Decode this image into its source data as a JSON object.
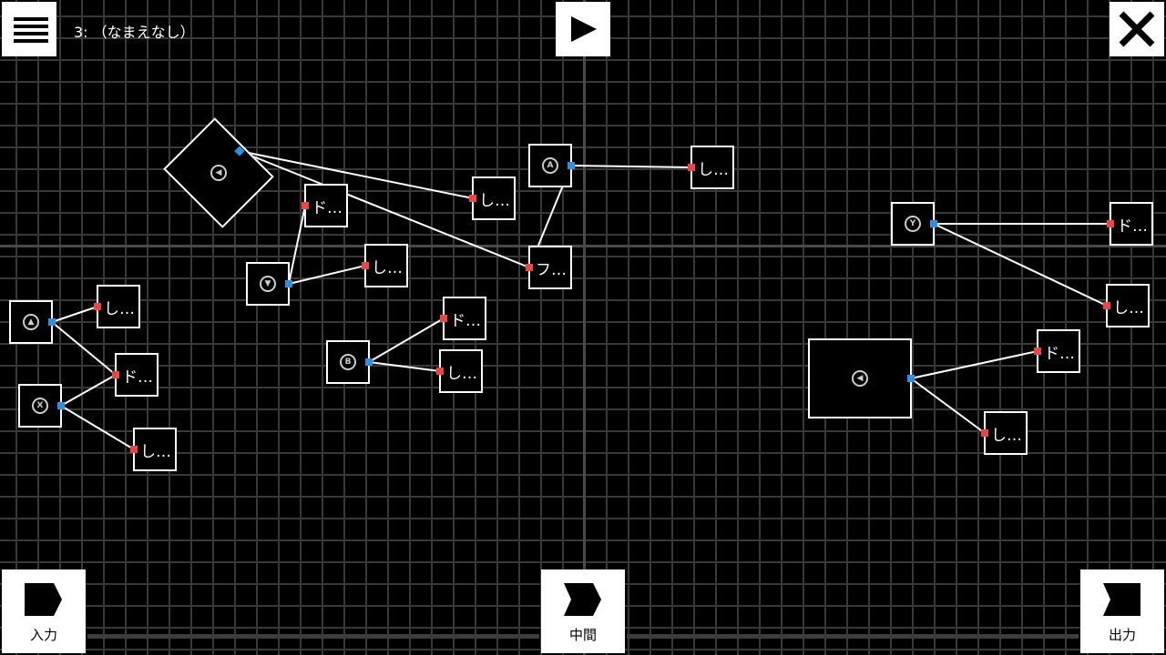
{
  "header": {
    "title": "3: （なまえなし）",
    "menu_icon": "hamburger-icon",
    "play_icon": "play-icon",
    "close_icon": "close-icon"
  },
  "footer": {
    "input_label": "入力",
    "middle_label": "中間",
    "output_label": "出力"
  },
  "colors": {
    "output_port": "#2f8fe0",
    "input_port": "#ee4444"
  },
  "nodes": [
    {
      "id": "n1",
      "kind": "input",
      "icon": "◀",
      "label": ""
    },
    {
      "id": "n2",
      "kind": "action",
      "label": "ド…"
    },
    {
      "id": "n3",
      "kind": "action",
      "label": "し…"
    },
    {
      "id": "n4",
      "kind": "input",
      "icon": "A",
      "label": ""
    },
    {
      "id": "n5",
      "kind": "action",
      "label": "し…"
    },
    {
      "id": "n6",
      "kind": "action",
      "label": "フ…"
    },
    {
      "id": "n7",
      "kind": "input",
      "icon": "▼",
      "label": ""
    },
    {
      "id": "n8",
      "kind": "action",
      "label": "し…"
    },
    {
      "id": "n9",
      "kind": "input",
      "icon": "▲",
      "label": ""
    },
    {
      "id": "n10",
      "kind": "action",
      "label": "し…"
    },
    {
      "id": "n11",
      "kind": "action",
      "label": "ド…"
    },
    {
      "id": "n12",
      "kind": "input",
      "icon": "X",
      "label": ""
    },
    {
      "id": "n13",
      "kind": "action",
      "label": "し…"
    },
    {
      "id": "n14",
      "kind": "input",
      "icon": "B",
      "label": ""
    },
    {
      "id": "n15",
      "kind": "action",
      "label": "ド…"
    },
    {
      "id": "n16",
      "kind": "action",
      "label": "し…"
    },
    {
      "id": "n17",
      "kind": "input",
      "icon": "Y",
      "label": ""
    },
    {
      "id": "n18",
      "kind": "action",
      "label": "ド…"
    },
    {
      "id": "n19",
      "kind": "action",
      "label": "し…"
    },
    {
      "id": "n20",
      "kind": "input",
      "icon": "◀",
      "label": ""
    },
    {
      "id": "n21",
      "kind": "action",
      "label": "ド…"
    },
    {
      "id": "n22",
      "kind": "action",
      "label": "し…"
    }
  ],
  "edges": [
    [
      "n1",
      "n3"
    ],
    [
      "n1",
      "n6"
    ],
    [
      "n4",
      "n5"
    ],
    [
      "n4",
      "n6"
    ],
    [
      "n7",
      "n2"
    ],
    [
      "n7",
      "n8"
    ],
    [
      "n9",
      "n10"
    ],
    [
      "n9",
      "n11"
    ],
    [
      "n12",
      "n11"
    ],
    [
      "n12",
      "n13"
    ],
    [
      "n14",
      "n15"
    ],
    [
      "n14",
      "n16"
    ],
    [
      "n17",
      "n18"
    ],
    [
      "n17",
      "n19"
    ],
    [
      "n20",
      "n21"
    ],
    [
      "n20",
      "n22"
    ]
  ]
}
